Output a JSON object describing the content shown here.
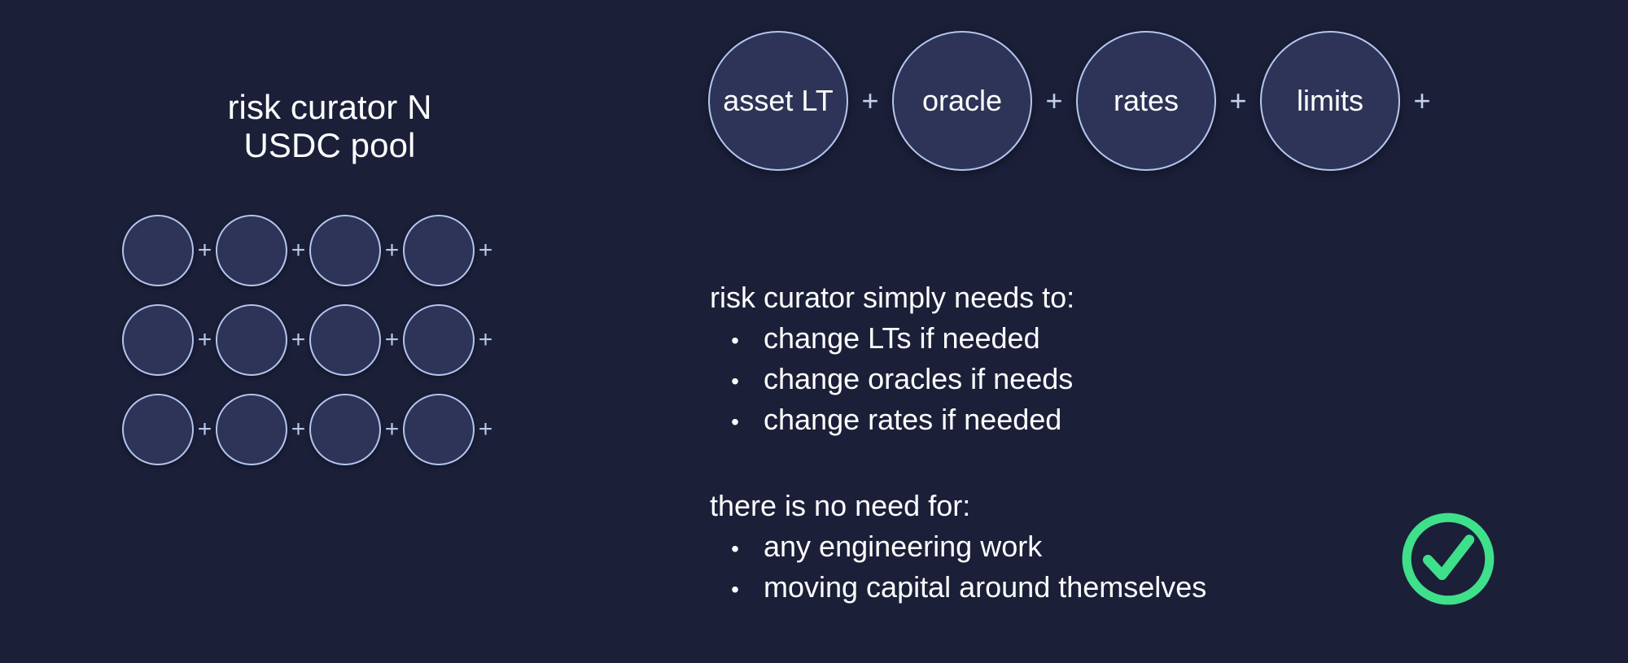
{
  "theme": {
    "background": "#1b1f38",
    "circle_fill": "#2d3457",
    "circle_border": "#b3c6ef",
    "text": "#ffffff",
    "plus": "#b9c8e8",
    "accent_green": "#3ee08a"
  },
  "left_panel": {
    "title": "risk curator N\nUSDC pool",
    "grid": {
      "rows": 3,
      "columns": 4,
      "separator": "+",
      "circle_label": ""
    }
  },
  "component_row": {
    "separator": "+",
    "trailing_separator": "+",
    "items": [
      {
        "label": "asset LT"
      },
      {
        "label": "oracle"
      },
      {
        "label": "rates"
      },
      {
        "label": "limits"
      }
    ]
  },
  "needs_block": {
    "heading": "risk curator simply needs to:",
    "bullet": "•",
    "items": [
      "change LTs if needed",
      "change oracles if needs",
      "change rates if needed"
    ]
  },
  "no_need_block": {
    "heading": "there is no need for:",
    "bullet": "•",
    "items": [
      "any engineering work",
      "moving capital around themselves"
    ]
  },
  "status": {
    "icon": "check-circle-icon",
    "color": "#3ee08a"
  }
}
